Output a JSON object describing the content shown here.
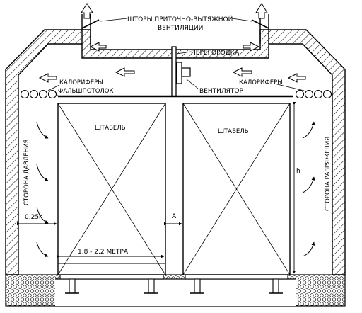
{
  "labels": {
    "shutters_line1": "ШТОРЫ ПРИТОЧНО-ВЫТЯЖНОЙ",
    "shutters_line2": "ВЕНТИЛЯЦИИ",
    "partition": "ПЕРЕГОРОДКА",
    "heaters_left": "КАЛОРИФЕРЫ",
    "heaters_right": "КАЛОРИФЕРЫ",
    "false_ceiling": "ФАЛЬШПОТОЛОК",
    "fan": "ВЕНТИЛЯТОР",
    "stack_left": "ШТАБЕЛЬ",
    "stack_right": "ШТАБЕЛЬ",
    "pressure_side": "СТОРОНА ДАВЛЕНИЯ",
    "vacuum_side": "СТОРОНА РАЗРЯЖЕНИЯ",
    "dim_width": "1.8 - 2.2 МЕТРА",
    "dim_gap_side": "0.25h",
    "dim_gap_center": "А",
    "dim_height": "h"
  },
  "colors": {
    "line": "#000000",
    "background": "#ffffff"
  }
}
